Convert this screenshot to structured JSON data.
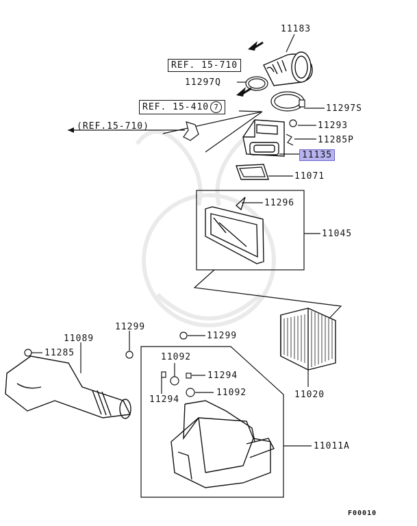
{
  "labels": {
    "p11183": "11183",
    "p11297Q": "11297Q",
    "p11297S": "11297S",
    "p11293": "11293",
    "p11285P": "11285P",
    "p11135": "11135",
    "p11071": "11071",
    "p11296": "11296",
    "p11045": "11045",
    "p11299a": "11299",
    "p11299b": "11299",
    "p11089": "11089",
    "p11285": "11285",
    "p11092a": "11092",
    "p11294a": "11294",
    "p11092b": "11092",
    "p11294b": "11294",
    "p11020": "11020",
    "p11011A": "11011A"
  },
  "refs": {
    "ref1": "REF. 15-710",
    "ref2": "REF. 15-410",
    "ref2_circle": "7",
    "ref3": "(REF.15-710)"
  },
  "figure_code": "F00010",
  "colors": {
    "highlight": "#b7b3f0",
    "ink": "#111111"
  }
}
